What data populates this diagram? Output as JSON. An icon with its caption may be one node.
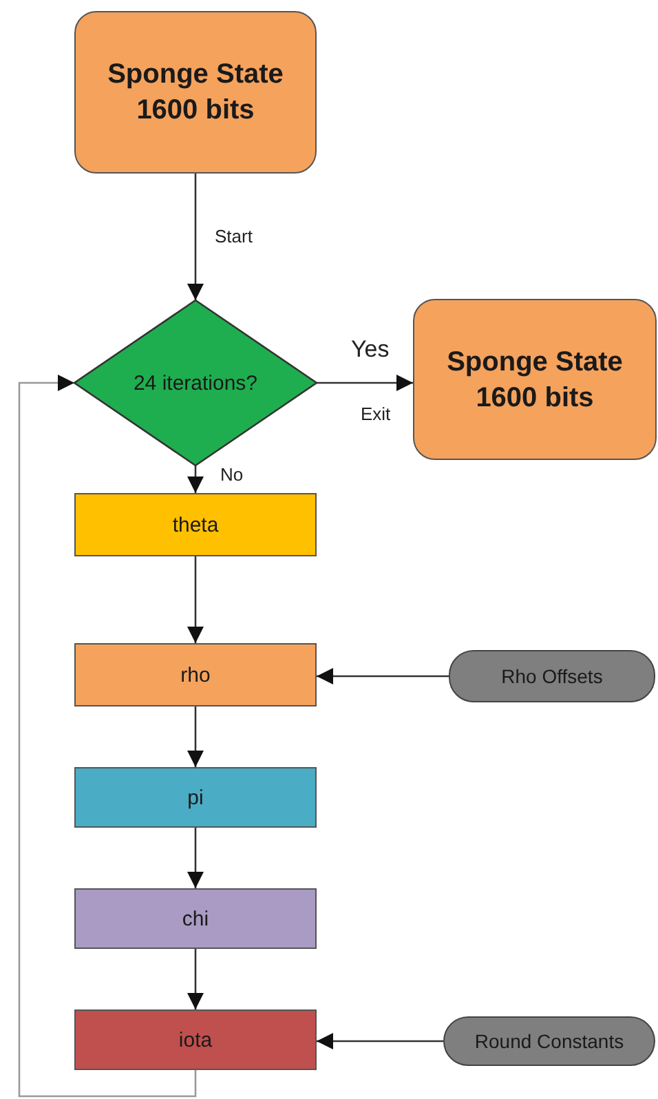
{
  "diagram": {
    "nodes": [
      {
        "text": [
          "Sponge State 1600 bits"
        ]
      },
      {
        "text": [
          "24 iterations?"
        ]
      },
      {
        "text": [
          "Sponge State 1600 bits"
        ]
      },
      {
        "text": [
          "theta"
        ]
      },
      {
        "text": [
          "rho"
        ]
      },
      {
        "text": [
          "pi"
        ]
      },
      {
        "text": [
          "chi"
        ]
      },
      {
        "text": [
          "iota"
        ]
      },
      {
        "text": [
          "Rho Offsets"
        ]
      },
      {
        "text": [
          "Round Constants"
        ]
      }
    ],
    "edges": [
      {
        "from": 0,
        "to": 1,
        "arrow": "to",
        "label": "Start"
      },
      {
        "from": 1,
        "to": 2,
        "arrow": "to",
        "label": "Yes"
      },
      {
        "from": 1,
        "to": 3,
        "arrow": "to",
        "label": "No"
      },
      {
        "from": 3,
        "to": 4,
        "arrow": "to"
      },
      {
        "from": 4,
        "to": 5,
        "arrow": "to"
      },
      {
        "from": 5,
        "to": 6,
        "arrow": "to"
      },
      {
        "from": 6,
        "to": 7,
        "arrow": "to"
      },
      {
        "from": 8,
        "to": 4,
        "arrow": "to"
      },
      {
        "from": 9,
        "to": 7,
        "arrow": "to"
      },
      {
        "from": 7,
        "to": 1,
        "arrow": "to",
        "color": "#999999"
      }
    ],
    "labels": [
      "Exit"
    ]
  }
}
